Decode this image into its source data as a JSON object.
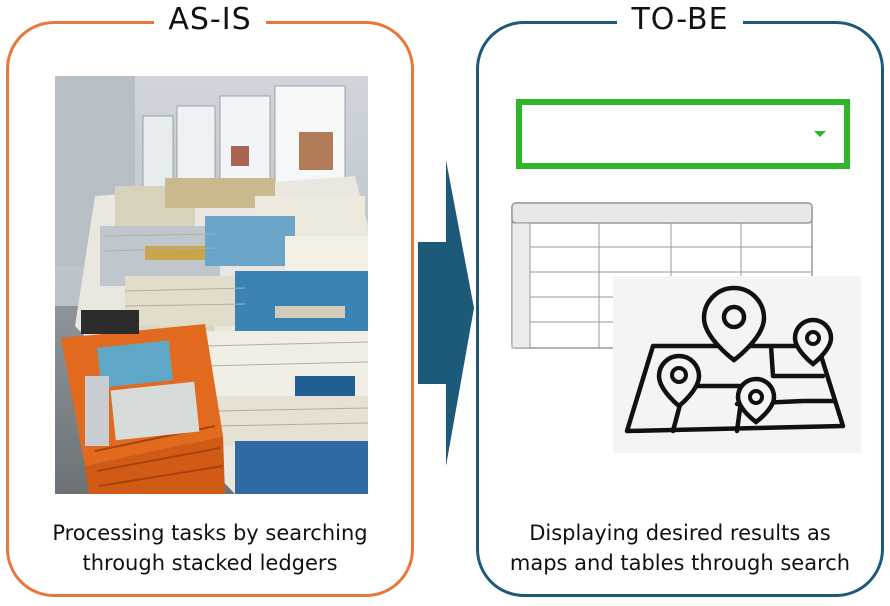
{
  "as_is": {
    "title": "AS-IS",
    "caption_line1": "Processing tasks by searching",
    "caption_line2": "through stacked ledgers"
  },
  "to_be": {
    "title": "TO-BE",
    "caption_line1": "Displaying desired results as",
    "caption_line2": "maps and tables through search"
  },
  "colors": {
    "as_is_border": "#e7773a",
    "to_be_border": "#1d5a7a",
    "arrow": "#1d5a7a",
    "dropdown_border": "#2fb52a"
  },
  "icons": {
    "photo": "stacked-ledgers-photo",
    "arrow": "right-arrow-icon",
    "dropdown": "chevron-down-icon",
    "table": "table-icon",
    "map": "map-pins-icon"
  }
}
